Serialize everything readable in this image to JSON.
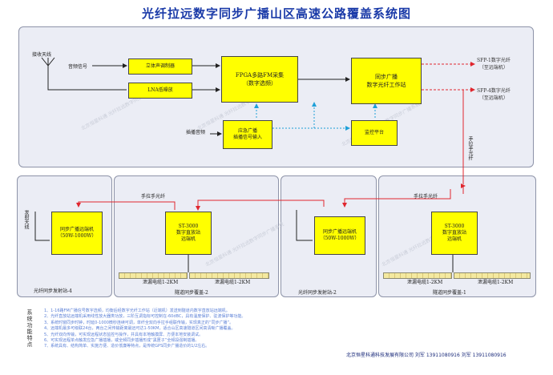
{
  "title": "光纤拉远数字同步广播山区高速公路覆盖系统图",
  "head_end": {
    "antenna_label": "接收天线",
    "audio_signal": "音频信号",
    "stereo_modulator": "立体声调制器",
    "lna": "LNA低噪放",
    "fpga": "FPGA多路FM采集\n（数字选频）",
    "sync_station": "同步广播\n数字光纤工作站",
    "emergency": "应急广播\n插播信号输入",
    "insert_audio": "插播音频",
    "monitor": "监控平台",
    "sfp1": "SFP-1数字光纤\n（至远端机）",
    "sfp4": "SFP-4数字光纤\n（至远端机）",
    "fiber_vertical": "手拉手光纤"
  },
  "sites": {
    "site4": {
      "antenna": "发射天线",
      "transmitter": "同步广播远端机\n（50W-1000W）",
      "name": "光纤同步发射站-4"
    },
    "tunnel2": {
      "fiber": "手拉手光纤",
      "station": "ST-3000\n数字直放站\n远端机",
      "cable_left": "泄漏电缆1-2KM",
      "cable_right": "泄漏电缆1-2KM",
      "name": "隧道同步覆盖-2"
    },
    "site2": {
      "transmitter": "同步广播远端机\n（50W-1000W）",
      "name": "光纤同步发射站-2"
    },
    "tunnel1": {
      "fiber": "手拉手光纤",
      "station": "ST-3000\n数字直放站\n远端机",
      "cable_left": "泄漏电缆1-2KM",
      "cable_right": "泄漏电缆1-2KM",
      "name": "隧道同步覆盖-1"
    }
  },
  "features_label": "系统功能特点",
  "features": [
    "1、1-16路FM广播信号数字选频，均衡后经数字光纤工作站（近端机）发送到隧道内数字直放站远端机。",
    "2、光纤直放站远端机采用线性放大器类功放，三阶互调指标可控制在-60dBC，具有温度保护、驻波保护等功能。",
    "3、系统时窗同步时钟，时延0-1000微秒连续可调，单纤全双向手拉手组联传输，实现真正的“同步广播”。",
    "4、远端机最多可级联24台，两台之间传输距离最远可达1-50KM，适合山区高速隧道区间高清晰广播覆盖。",
    "5、光纤双向传输，可实现远程状态监控与操作，并具有本地触摸屏、方便本地安装调试。",
    "6、可实现远程单点触发应急广播插播，或全频同步插播形成“黑匣子”全频段强制插播。",
    "7、系统具有、结构简单、实施方便、造价低廉等特点，是传统GPS同步广播造价的1/2左右。"
  ],
  "footer": "北京恒星科通科技发展有限公司    刘军  13911080916     刘军  13911080916",
  "watermark": "北京恒星科通 光纤拉远数字同步广播系统"
}
